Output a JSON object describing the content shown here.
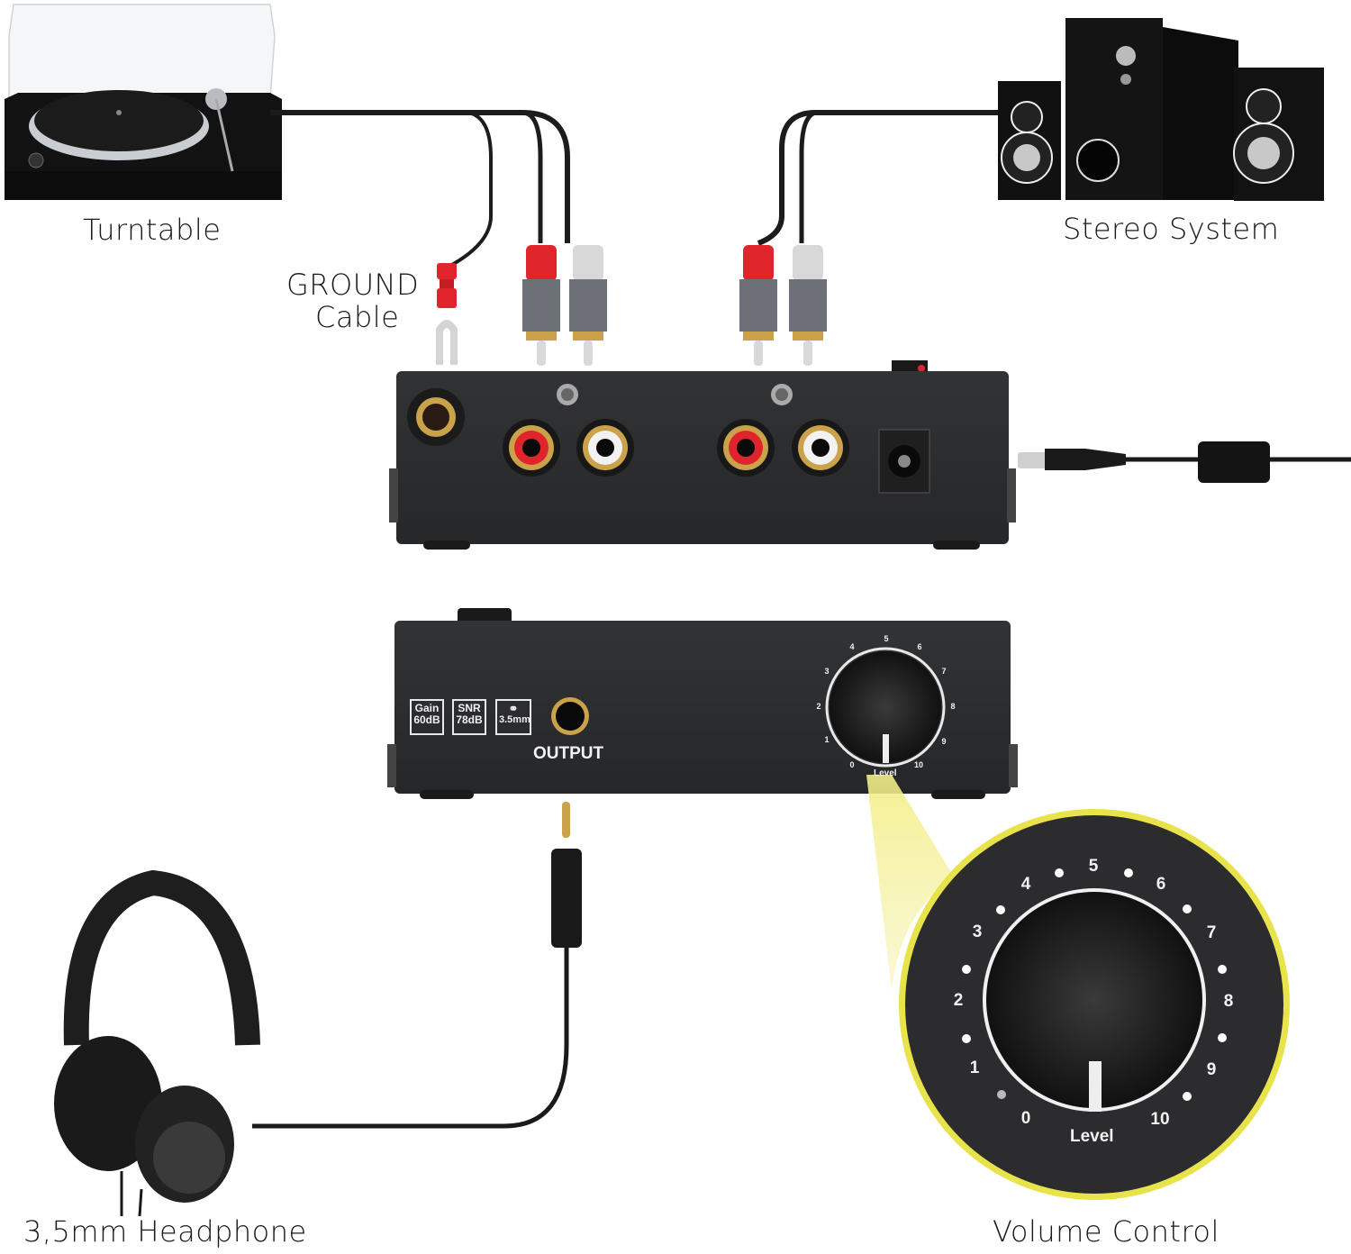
{
  "labels": {
    "turntable": "Turntable",
    "stereo_system": "Stereo System",
    "ground_cable_line1": "GROUND",
    "ground_cable_line2": "Cable",
    "headphone": "3,5mm Headphone",
    "volume_control": "Volume Control"
  },
  "front_panel": {
    "specs": [
      {
        "line1": "Gain",
        "line2": "60dB"
      },
      {
        "line1": "SNR",
        "line2": "78dB"
      },
      {
        "icon": "headphone-icon",
        "line2": "3.5mm"
      }
    ],
    "output_label": "OUTPUT",
    "dial_label": "Level",
    "dial_scale": [
      "0",
      "1",
      "2",
      "3",
      "4",
      "5",
      "6",
      "7",
      "8",
      "9",
      "10"
    ]
  },
  "zoom_callout": {
    "dial_label": "Level",
    "dial_scale": [
      "0",
      "1",
      "2",
      "3",
      "4",
      "5",
      "6",
      "7",
      "8",
      "9",
      "10"
    ],
    "highlight_color": "#e8e34a"
  },
  "colors": {
    "device_body": "#2b2c2e",
    "rca_red": "#e0242b",
    "rca_white": "#f2f2f2",
    "gold": "#c9a24a",
    "cable": "#1c1c1c"
  }
}
